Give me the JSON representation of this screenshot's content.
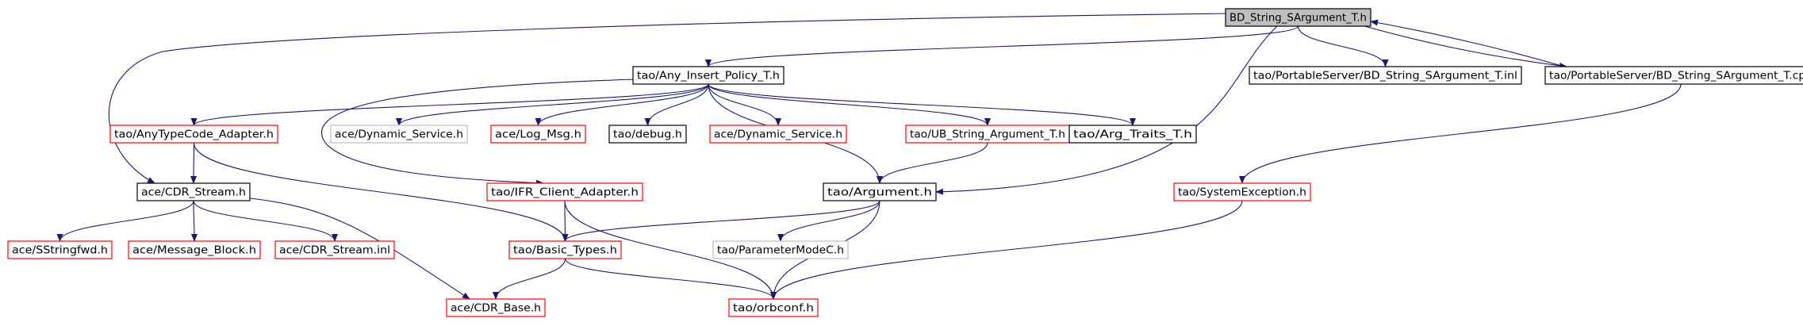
{
  "colors": {
    "edge": "#191970",
    "root_fill": "#bfbfbf",
    "border_black": "#000000",
    "border_red": "#ff0000",
    "border_gray": "#bfbfbf"
  },
  "nodes": [
    {
      "id": "root",
      "label": "BD_String_SArgument_T.h",
      "border": "black",
      "root": true
    },
    {
      "id": "any_insert",
      "label": "tao/Any_Insert_Policy_T.h",
      "border": "black"
    },
    {
      "id": "ps_inl",
      "label": "tao/PortableServer/BD_String_SArgument_T.inl",
      "border": "black"
    },
    {
      "id": "ps_cpp",
      "label": "tao/PortableServer/BD_String_SArgument_T.cpp",
      "border": "black"
    },
    {
      "id": "anytc",
      "label": "tao/AnyTypeCode_Adapter.h",
      "border": "red"
    },
    {
      "id": "dyn_gray",
      "label": "ace/Dynamic_Service.h",
      "border": "gray"
    },
    {
      "id": "logmsg",
      "label": "ace/Log_Msg.h",
      "border": "red"
    },
    {
      "id": "debug",
      "label": "tao/debug.h",
      "border": "black"
    },
    {
      "id": "dyn_red",
      "label": "ace/Dynamic_Service.h",
      "border": "red"
    },
    {
      "id": "ub_string",
      "label": "tao/UB_String_Argument_T.h",
      "border": "red"
    },
    {
      "id": "arg_traits",
      "label": "tao/Arg_Traits_T.h",
      "border": "black"
    },
    {
      "id": "cdr_stream",
      "label": "ace/CDR_Stream.h",
      "border": "black"
    },
    {
      "id": "ifr_client",
      "label": "tao/IFR_Client_Adapter.h",
      "border": "red"
    },
    {
      "id": "argument",
      "label": "tao/Argument.h",
      "border": "black"
    },
    {
      "id": "sysexc",
      "label": "tao/SystemException.h",
      "border": "red"
    },
    {
      "id": "sstringfwd",
      "label": "ace/SStringfwd.h",
      "border": "red"
    },
    {
      "id": "msgblock",
      "label": "ace/Message_Block.h",
      "border": "red"
    },
    {
      "id": "cdr_inl",
      "label": "ace/CDR_Stream.inl",
      "border": "red"
    },
    {
      "id": "basic_types",
      "label": "tao/Basic_Types.h",
      "border": "red"
    },
    {
      "id": "parammode",
      "label": "tao/ParameterModeC.h",
      "border": "gray"
    },
    {
      "id": "cdr_base",
      "label": "ace/CDR_Base.h",
      "border": "red"
    },
    {
      "id": "orbconf",
      "label": "tao/orbconf.h",
      "border": "red"
    }
  ],
  "edges": [
    {
      "from": "root",
      "to": "any_insert"
    },
    {
      "from": "root",
      "to": "ps_inl"
    },
    {
      "from": "root",
      "to": "ps_cpp"
    },
    {
      "from": "root",
      "to": "cdr_stream"
    },
    {
      "from": "root",
      "to": "argument"
    },
    {
      "from": "ps_cpp",
      "to": "root"
    },
    {
      "from": "ps_cpp",
      "to": "sysexc"
    },
    {
      "from": "any_insert",
      "to": "anytc"
    },
    {
      "from": "any_insert",
      "to": "dyn_gray"
    },
    {
      "from": "any_insert",
      "to": "logmsg"
    },
    {
      "from": "any_insert",
      "to": "debug"
    },
    {
      "from": "any_insert",
      "to": "dyn_red"
    },
    {
      "from": "any_insert",
      "to": "ub_string"
    },
    {
      "from": "any_insert",
      "to": "arg_traits"
    },
    {
      "from": "any_insert",
      "to": "ifr_client"
    },
    {
      "from": "any_insert",
      "to": "argument"
    },
    {
      "from": "anytc",
      "to": "cdr_stream"
    },
    {
      "from": "anytc",
      "to": "basic_types"
    },
    {
      "from": "ub_string",
      "to": "argument"
    },
    {
      "from": "cdr_stream",
      "to": "sstringfwd"
    },
    {
      "from": "cdr_stream",
      "to": "msgblock"
    },
    {
      "from": "cdr_stream",
      "to": "cdr_inl"
    },
    {
      "from": "cdr_stream",
      "to": "cdr_base"
    },
    {
      "from": "ifr_client",
      "to": "basic_types"
    },
    {
      "from": "ifr_client",
      "to": "orbconf"
    },
    {
      "from": "argument",
      "to": "basic_types"
    },
    {
      "from": "argument",
      "to": "parammode"
    },
    {
      "from": "argument",
      "to": "orbconf"
    },
    {
      "from": "sysexc",
      "to": "orbconf"
    },
    {
      "from": "basic_types",
      "to": "cdr_base"
    },
    {
      "from": "basic_types",
      "to": "orbconf"
    }
  ]
}
